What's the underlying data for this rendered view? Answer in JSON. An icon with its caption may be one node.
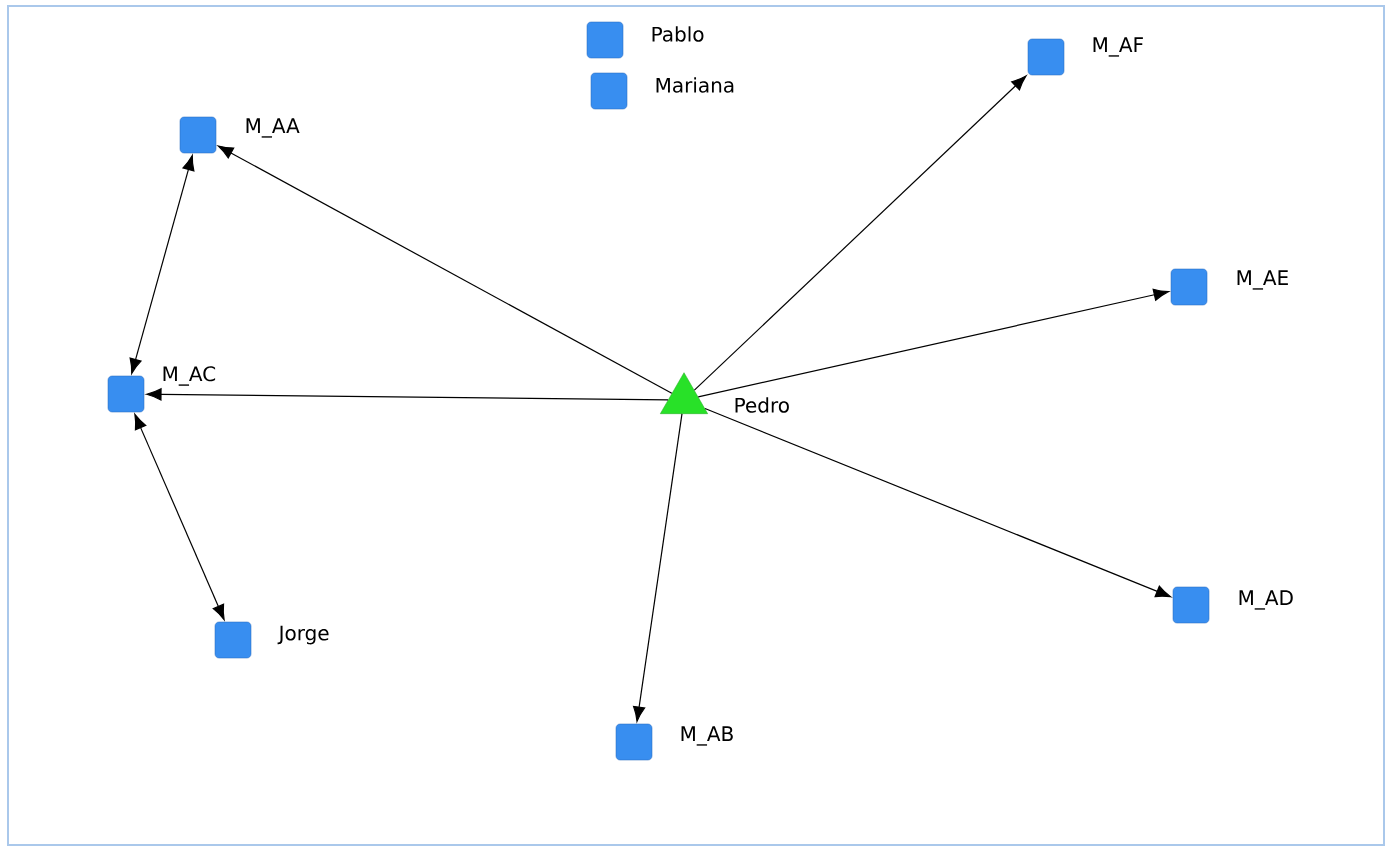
{
  "diagram": {
    "nodes": [
      {
        "text": [
          "Pablo"
        ]
      },
      {
        "text": [
          "M_AF"
        ]
      },
      {
        "text": [
          "Mariana"
        ]
      },
      {
        "text": [
          "M_AA"
        ]
      },
      {
        "text": [
          "M_AE"
        ]
      },
      {
        "text": [
          "M_AC"
        ]
      },
      {
        "text": [
          "Pedro"
        ]
      },
      {
        "text": [
          "M_AD"
        ]
      },
      {
        "text": [
          "Jorge"
        ]
      },
      {
        "text": [
          "M_AB"
        ]
      }
    ],
    "edges": [
      {
        "from": 6,
        "to": 3,
        "arrow": "to"
      },
      {
        "from": 6,
        "to": 1,
        "arrow": "to"
      },
      {
        "from": 6,
        "to": 4,
        "arrow": "to"
      },
      {
        "from": 6,
        "to": 5,
        "arrow": "to"
      },
      {
        "from": 6,
        "to": 7,
        "arrow": "to"
      },
      {
        "from": 6,
        "to": 9,
        "arrow": "to"
      },
      {
        "from": 3,
        "to": 5,
        "arrow": "both"
      },
      {
        "from": 5,
        "to": 8,
        "arrow": "both"
      }
    ]
  }
}
